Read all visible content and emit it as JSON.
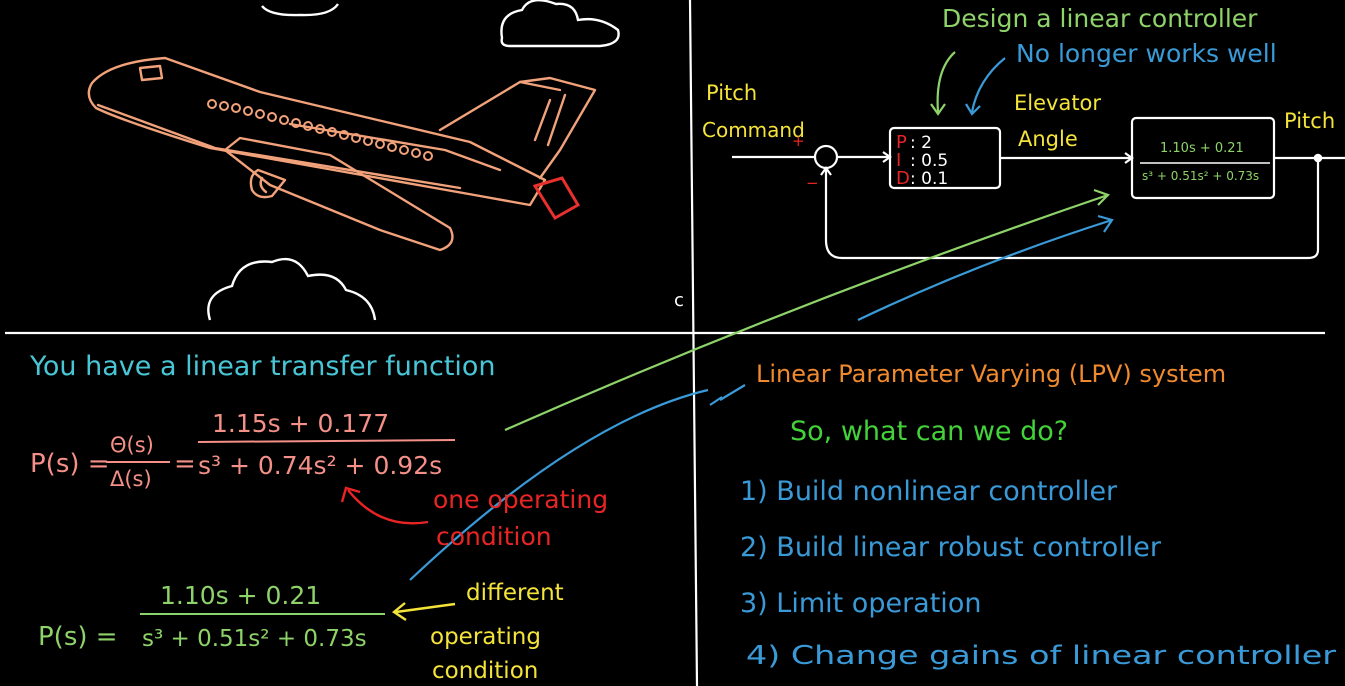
{
  "top_right": {
    "note_design": "Design a linear controller",
    "note_no_longer": "No longer works well",
    "label_pitch_command_1": "Pitch",
    "label_pitch_command_2": "Command",
    "sign_plus": "+",
    "sign_minus": "−",
    "pid_p_letter": "P",
    "pid_i_letter": "I",
    "pid_d_letter": "D",
    "pid_p_value": ": 2",
    "pid_i_value": ": 0.5",
    "pid_d_value": ": 0.1",
    "label_elevator_1": "Elevator",
    "label_elevator_2": "Angle",
    "plant_numerator": "1.10s + 0.21",
    "plant_denominator": "s³ + 0.51s² + 0.73s",
    "label_pitch_out": "Pitch",
    "stray_mark": "c"
  },
  "bottom_left": {
    "heading": "You have a linear transfer function",
    "p1_lhs": "P(s) =",
    "p1_theta": "Θ(s)",
    "p1_delta": "Δ(s)",
    "p1_eq2": "=",
    "p1_numerator": "1.15s + 0.177",
    "p1_denominator": "s³ + 0.74s² + 0.92s",
    "note_one_op_1": "one operating",
    "note_one_op_2": "condition",
    "p2_lhs": "P(s) =",
    "p2_numerator": "1.10s + 0.21",
    "p2_denominator": "s³ + 0.51s² + 0.73s",
    "note_diff_1": "different",
    "note_diff_2": "operating",
    "note_diff_3": "condition"
  },
  "bottom_right": {
    "lpv_title": "Linear Parameter Varying (LPV) system",
    "question": "So, what can we do?",
    "options": [
      "1) Build nonlinear controller",
      "2) Build linear robust controller",
      "3) Limit operation",
      "4) Change gains of linear controller"
    ]
  },
  "colors": {
    "background": "#000000",
    "chalk_white": "#ffffff",
    "airplane": "#f2a27a",
    "elevator_red": "#e8302f",
    "green": "#8ed36a",
    "bright_green": "#43d23a",
    "blue": "#3a9ad8",
    "cyan": "#49c6d6",
    "pink": "#f49088",
    "red": "#e82424",
    "yellow": "#f4e43a",
    "orange": "#f08a2e"
  }
}
